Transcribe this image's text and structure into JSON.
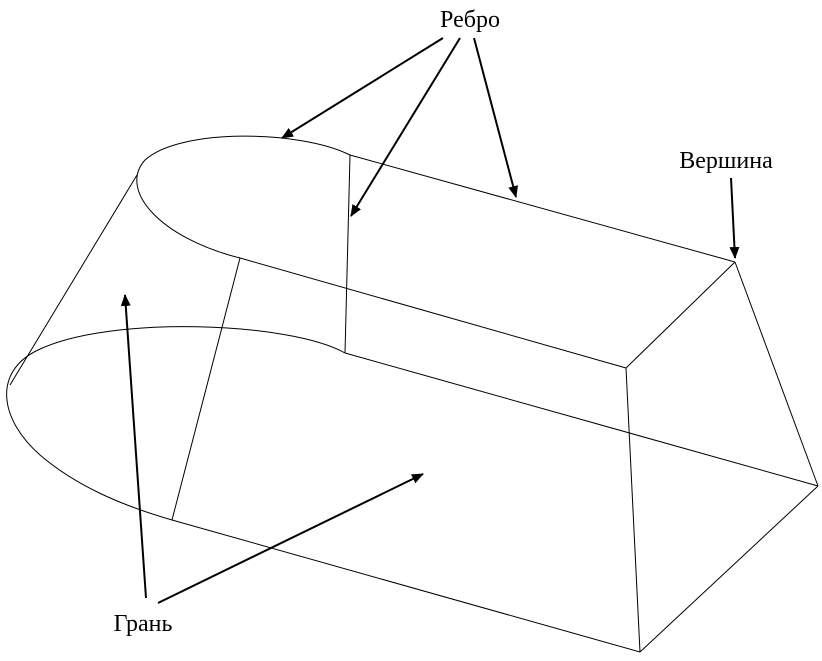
{
  "labels": {
    "edge": "Ребро",
    "vertex": "Вершина",
    "face": "Грань"
  },
  "colors": {
    "stroke": "#000000",
    "background": "#ffffff"
  }
}
